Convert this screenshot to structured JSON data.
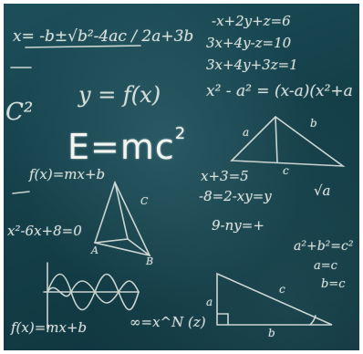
{
  "board_color": "#164450",
  "chalk_color": "#e8eee8",
  "headline": {
    "equation": "E=mc",
    "exponent": "2"
  },
  "formulas": {
    "quadratic": "x= -b±√b²-4ac / 2a+3b",
    "c_squared": "C²",
    "function": "y = f(x)",
    "system_1": "-x+2y+z=6",
    "system_2": "3x+4y-z=10",
    "system_3": "3x+4y+3z=1",
    "squares": "x² - a² = (x-a)(x²+a",
    "linear": "f(x)=mx+b",
    "eq_1": "x+3=5",
    "eq_2": "-8=2-xy=y",
    "eq_3": "9-ny=+",
    "quadratic_2": "x²-6x+8=0",
    "sqrt_a": "√a",
    "pythag_1": "a²+b²=c²",
    "pythag_2": "a=c",
    "pythag_3": "b=c",
    "linear_bottom": "f(x)=mx+b",
    "infinity": "∞=x^N (z)"
  },
  "triangle_labels": {
    "top_a": "a",
    "top_b": "b",
    "top_c": "c",
    "bottom_a": "a",
    "bottom_b": "b",
    "bottom_c": "c",
    "prism_a": "A",
    "prism_b": "B",
    "prism_c": "C"
  }
}
